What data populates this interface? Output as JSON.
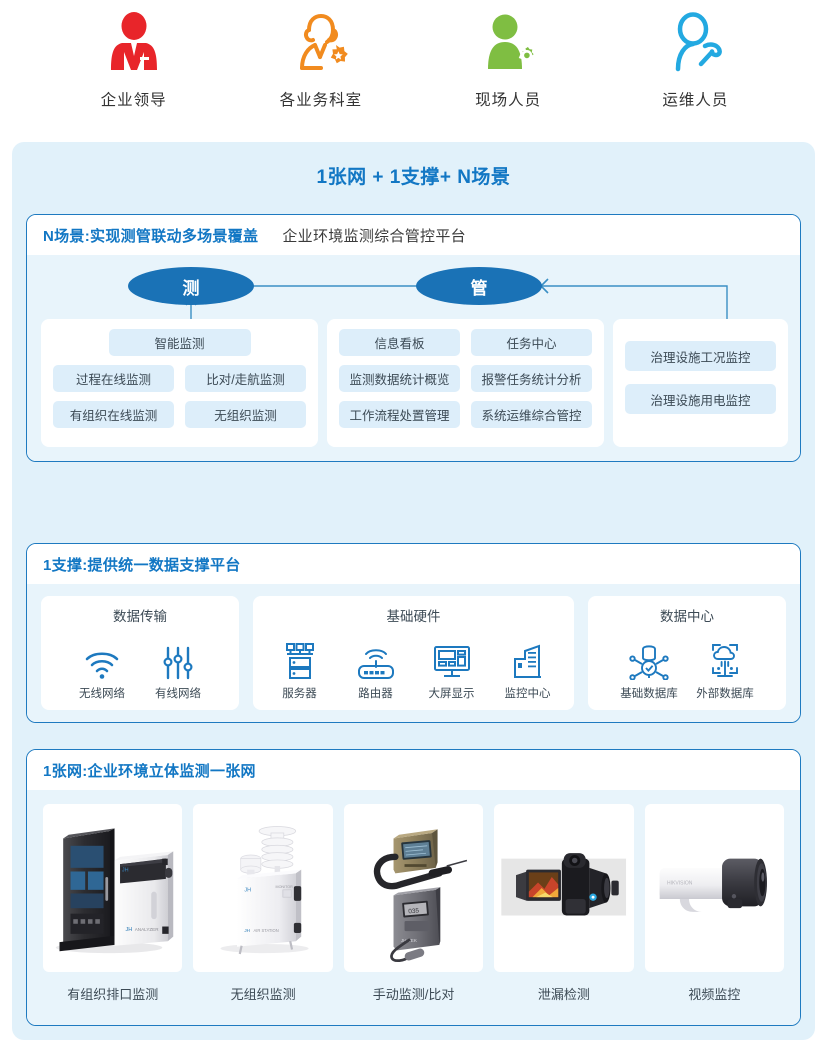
{
  "personas": [
    {
      "label": "企业领导",
      "icon": "executive-person-icon",
      "color": "#e8252a"
    },
    {
      "label": "各业务科室",
      "icon": "department-person-icon",
      "color": "#f18b1f"
    },
    {
      "label": "现场人员",
      "icon": "field-staff-person-icon",
      "color": "#7fbe42"
    },
    {
      "label": "运维人员",
      "icon": "maintenance-person-icon",
      "color": "#23a9e1"
    }
  ],
  "overview": {
    "title": "1张网 + 1支撑+ N场景",
    "title_color": "#1277c4",
    "panel_bg": "#e1f1fa"
  },
  "scenario": {
    "tag": "N场景:实现测管联动多场景覆盖",
    "subtitle": "企业环境监测综合管控平台",
    "nodes": [
      {
        "label": "测"
      },
      {
        "label": "管"
      }
    ],
    "node_color": "#1a72b6",
    "groups": [
      {
        "name": "monitoring-group",
        "header": "智能监测",
        "rows": [
          [
            "过程在线监测",
            "比对/走航监测"
          ],
          [
            "有组织在线监测",
            "无组织监测"
          ]
        ]
      },
      {
        "name": "management-group",
        "rows": [
          [
            "信息看板",
            "任务中心"
          ],
          [
            "监测数据统计概览",
            "报警任务统计分析"
          ],
          [
            "工作流程处置管理",
            "系统运维综合管控"
          ]
        ]
      },
      {
        "name": "treatment-group",
        "items": [
          "治理设施工况监控",
          "治理设施用电监控"
        ]
      }
    ]
  },
  "support": {
    "tag": "1支撑:提供统一数据支撑平台",
    "cards": [
      {
        "title": "数据传输",
        "items": [
          {
            "label": "无线网络",
            "icon": "wifi-icon"
          },
          {
            "label": "有线网络",
            "icon": "wired-network-icon"
          }
        ]
      },
      {
        "title": "基础硬件",
        "items": [
          {
            "label": "服务器",
            "icon": "server-icon"
          },
          {
            "label": "路由器",
            "icon": "router-icon"
          },
          {
            "label": "大屏显示",
            "icon": "big-screen-icon"
          },
          {
            "label": "监控中心",
            "icon": "control-center-building-icon"
          }
        ]
      },
      {
        "title": "数据中心",
        "items": [
          {
            "label": "基础数据库",
            "icon": "base-database-icon"
          },
          {
            "label": "外部数据库",
            "icon": "external-database-cloud-icon"
          }
        ]
      }
    ],
    "icon_color": "#1d79bf"
  },
  "network": {
    "tag": "1张网:企业环境立体监测一张网",
    "devices": [
      {
        "label": "有组织排口监测",
        "art": "cabinet-and-analyzer"
      },
      {
        "label": "无组织监测",
        "art": "weather-station"
      },
      {
        "label": "手动监测/比对",
        "art": "handheld-detector"
      },
      {
        "label": "泄漏检测",
        "art": "thermal-camera"
      },
      {
        "label": "视频监控",
        "art": "bullet-camera"
      }
    ]
  }
}
